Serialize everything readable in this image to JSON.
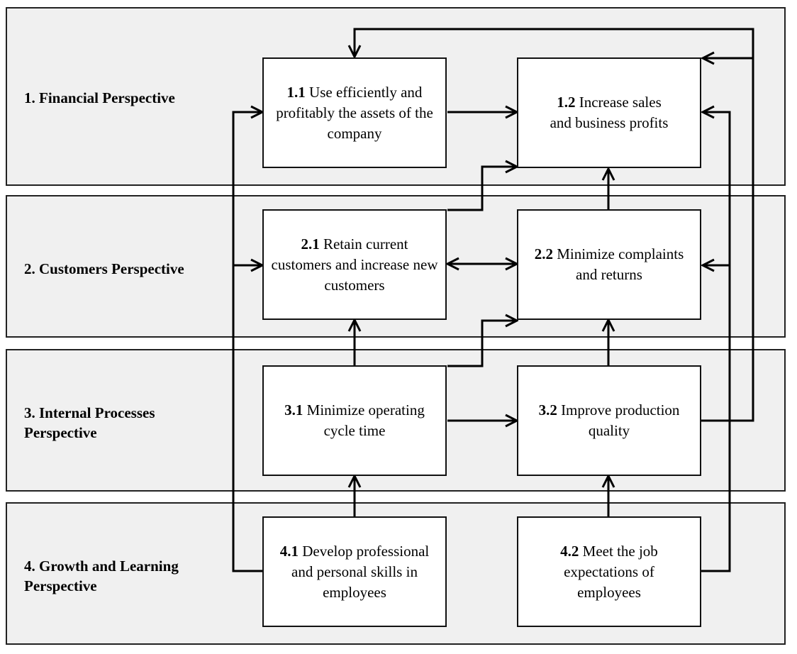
{
  "perspectives": [
    {
      "label": "1. Financial Perspective"
    },
    {
      "label": "2. Customers Perspective"
    },
    {
      "label": "3. Internal Processes\nPerspective"
    },
    {
      "label": "4. Growth and Learning\nPerspective"
    }
  ],
  "objectives": {
    "o11": {
      "num": "1.1",
      "text": "Use efficiently and profitably the assets of the company"
    },
    "o12": {
      "num": "1.2",
      "text": "Increase sales and business profits"
    },
    "o21": {
      "num": "2.1",
      "text": "Retain current customers and increase new customers"
    },
    "o22": {
      "num": "2.2",
      "text": "Minimize complaints and returns"
    },
    "o31": {
      "num": "3.1",
      "text": "Minimize operating cycle time"
    },
    "o32": {
      "num": "3.2",
      "text": "Improve production quality"
    },
    "o41": {
      "num": "4.1",
      "text": "Develop professional and personal skills in employees"
    },
    "o42": {
      "num": "4.2",
      "text": "Meet the job expectations of employees"
    }
  },
  "links": [
    {
      "from": "1.1",
      "to": "1.2"
    },
    {
      "from": "2.1",
      "to": "1.2"
    },
    {
      "from": "2.1",
      "to": "2.2",
      "bidirectional": true
    },
    {
      "from": "2.2",
      "to": "1.2"
    },
    {
      "from": "3.1",
      "to": "2.1"
    },
    {
      "from": "3.1",
      "to": "2.2"
    },
    {
      "from": "3.1",
      "to": "3.2"
    },
    {
      "from": "3.2",
      "to": "2.2"
    },
    {
      "from": "3.2",
      "to": "1.1"
    },
    {
      "from": "3.2",
      "to": "1.2"
    },
    {
      "from": "4.1",
      "to": "3.1"
    },
    {
      "from": "4.1",
      "to": "1.1"
    },
    {
      "from": "4.1",
      "to": "2.1"
    },
    {
      "from": "4.2",
      "to": "3.2"
    },
    {
      "from": "4.2",
      "to": "1.2"
    },
    {
      "from": "4.2",
      "to": "2.2"
    }
  ]
}
